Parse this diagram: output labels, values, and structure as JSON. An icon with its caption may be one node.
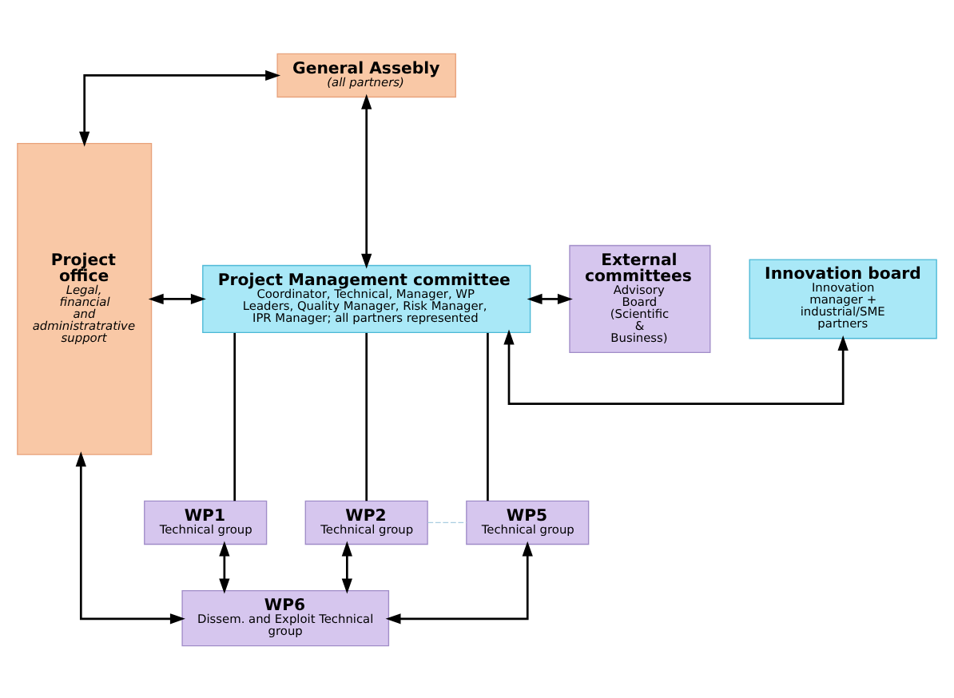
{
  "diagram": {
    "nodes": [
      {
        "text": [
          "Project office",
          "Legal, financial and administratrative support"
        ]
      },
      {
        "text": [
          "General Assebly",
          "(all partners)"
        ]
      },
      {
        "text": [
          "Project Management committee",
          "Coordinator, Technical, Manager, WP Leaders, Quality Manager, Risk Manager, IPR Manager; all partners represented"
        ]
      },
      {
        "text": [
          "Innovation board",
          "Innovation manager + industrial/SME partners"
        ]
      },
      {
        "text": [
          "External committees",
          "Advisory Board (Scientific & Business)"
        ]
      },
      {
        "text": [
          "WP1",
          "Technical group"
        ]
      },
      {
        "text": [
          "WP2",
          "Technical group"
        ]
      },
      {
        "text": [
          "WP5",
          "Technical group"
        ]
      },
      {
        "text": [
          "WP6",
          "Dissem. and Exploit Technical group"
        ]
      }
    ],
    "edges": [
      {
        "from": 0,
        "to": 1,
        "arrow": "both"
      },
      {
        "from": 1,
        "to": 2,
        "arrow": "both"
      },
      {
        "from": 0,
        "to": 2,
        "arrow": "both"
      },
      {
        "from": 2,
        "to": 4,
        "arrow": "both"
      },
      {
        "from": 2,
        "to": 3,
        "arrow": "both"
      },
      {
        "from": 2,
        "to": 5,
        "arrow": "none"
      },
      {
        "from": 2,
        "to": 6,
        "arrow": "none"
      },
      {
        "from": 2,
        "to": 7,
        "arrow": "none"
      },
      {
        "from": 6,
        "to": 7,
        "arrow": "none",
        "style": "dashed",
        "color": "#a9cde0"
      },
      {
        "from": 5,
        "to": 8,
        "arrow": "both"
      },
      {
        "from": 6,
        "to": 8,
        "arrow": "both"
      },
      {
        "from": 7,
        "to": 8,
        "arrow": "both"
      },
      {
        "from": 0,
        "to": 8,
        "arrow": "both"
      }
    ]
  }
}
